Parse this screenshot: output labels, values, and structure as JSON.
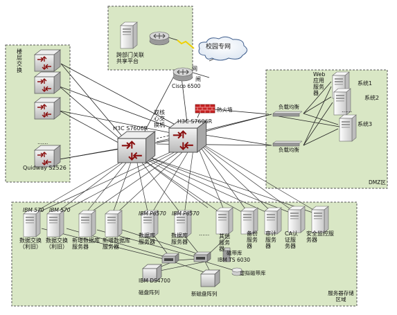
{
  "labels": {
    "floor_switch_group": "楼层交换",
    "quidway": "Quidway S2526",
    "cross_dept_platform": "跨部门关联共享平台",
    "campus_network": "校园专网",
    "gateway_char1": "网",
    "gateway_char2": "闸",
    "cisco": "Cisco 6500",
    "firewall": "防火墙",
    "dual_core": "双核心交换机",
    "core_a": "H3C S7606R",
    "core_b": "H3C S7606R",
    "lb1": "负载均衡",
    "lb2": "负载均衡",
    "web": "Web应用服务器",
    "sys1": "系统1",
    "sys2": "系统2",
    "sys3": "系统3",
    "dmz": "DMZ区",
    "ibm1": "IBM 570",
    "ibm2": "IBM 570",
    "ibm_p6570_a": "IBM P6570",
    "ibm_p6570_b": "IBM P6570",
    "srv_data_1": "数据交换（利旧）",
    "srv_data_2": "数据交换（利旧）",
    "srv_newdb_1": "新增数据库服务器",
    "srv_newdb_2": "新增数据库服务器",
    "srv_db_1": "数据库服务器",
    "srv_db_2": "数据库服务器",
    "srv_other": "其他服务器",
    "srv_backup": "备份服务器",
    "srv_audit": "审计服务器",
    "srv_ca": "CA认证服务器",
    "srv_security": "安全监控服务器",
    "tape_library": "磁带库",
    "ibm_ts6030": "IBM TS 6030",
    "virtual_tape": "虚拟磁带库",
    "ibm_ds4700": "IBM DS4700",
    "disk_array": "磁盘阵列",
    "new_disk_array": "新磁盘阵列",
    "server_storage_zone": "服务器存储区域",
    "ellipsis_1": "......",
    "ellipsis_2": "......",
    "ellipsis_3": "......"
  }
}
